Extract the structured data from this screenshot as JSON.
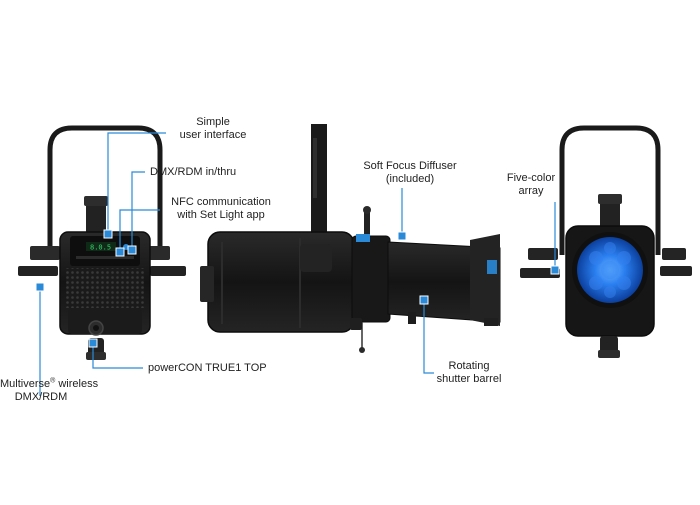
{
  "accent_color": "#2a8ad8",
  "led_color": "#1f6fe0",
  "fixture_color": "#1c1c1c",
  "callouts": {
    "simple_ui": [
      "Simple",
      "user interface"
    ],
    "dmx_rdm": "DMX/RDM in/thru",
    "nfc": [
      "NFC communication",
      "with Set Light app"
    ],
    "multiverse_prefix": "Multiverse",
    "multiverse_reg": "®",
    "multiverse_suffix": " wireless",
    "multiverse_line2": "DMX/RDM",
    "powercon": "powerCON TRUE1 TOP",
    "soft_focus": [
      "Soft Focus Diffuser",
      "(included)"
    ],
    "rotating": [
      "Rotating",
      "shutter barrel"
    ],
    "five_color": [
      "Five-color",
      "array"
    ]
  }
}
